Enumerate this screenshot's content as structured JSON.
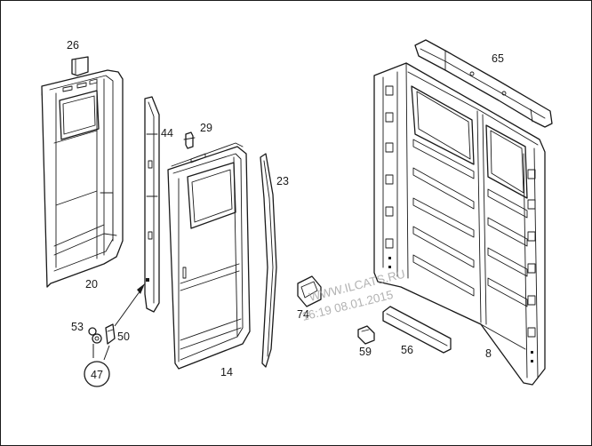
{
  "callouts": {
    "p26": "26",
    "p44": "44",
    "p29": "29",
    "p23": "23",
    "p65": "65",
    "p20": "20",
    "p74": "74",
    "p53": "53",
    "p50": "50",
    "p47": "47",
    "p14": "14",
    "p59": "59",
    "p56": "56",
    "p8": "8"
  },
  "watermark": {
    "site": "WWW.ILCATS.RU",
    "stamp": "16:19 08.01.2015"
  }
}
